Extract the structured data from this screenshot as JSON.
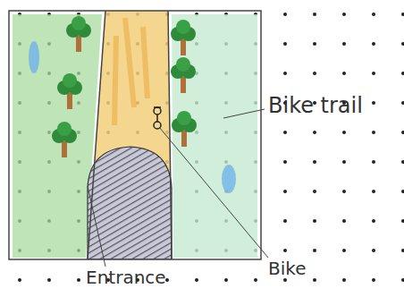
{
  "diagram": {
    "labels": [
      "Bike trail",
      "Entrance",
      "Bike"
    ]
  }
}
